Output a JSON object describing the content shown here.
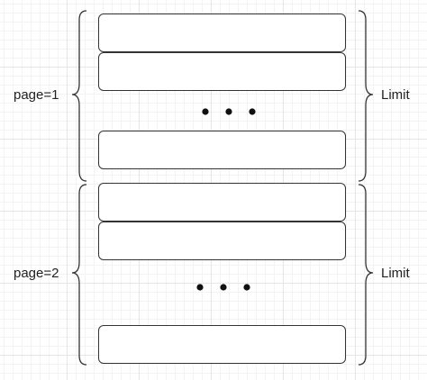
{
  "pages": [
    {
      "label": "page=1",
      "limit_label": "Limit"
    },
    {
      "label": "page=2",
      "limit_label": "Limit"
    }
  ],
  "colors": {
    "stroke": "#333333",
    "grid": "#e6e6e6",
    "text": "#222222"
  }
}
